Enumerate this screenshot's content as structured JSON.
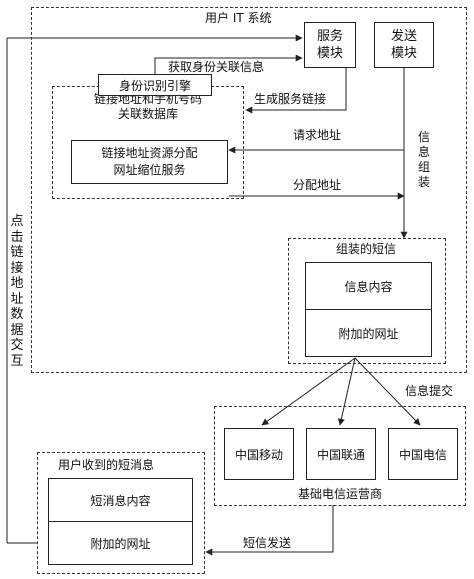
{
  "system": {
    "title": "用户 IT 系统",
    "service_module": "服务\n模块",
    "send_module": "发送\n模块",
    "identity_engine": "身份识别引擎",
    "db_box": "链接地址和手机号码\n关联数据库",
    "url_service": "链接地址资源分配\n网址缩位服务",
    "assembled_title": "组装的短信",
    "msg_content": "信息内容",
    "attached_url": "附加的网址"
  },
  "edges": {
    "fetch_identity": "获取身份关联信息",
    "generate_link": "生成服务链接",
    "request_address": "请求地址",
    "assign_address": "分配地址",
    "info_assemble": "信\n息\n组\n装",
    "info_submit": "信息提交",
    "sms_send": "短信发送",
    "click_interact": "点\n击\n链\n接\n地\n址\n数\n据\n交\n互"
  },
  "operators": {
    "cmcc": "中国移动",
    "unicom": "中国联通",
    "telecom": "中国电信",
    "label": "基础电信运营商"
  },
  "user": {
    "title": "用户收到的短消息",
    "content": "短消息内容",
    "attached_url": "附加的网址"
  }
}
